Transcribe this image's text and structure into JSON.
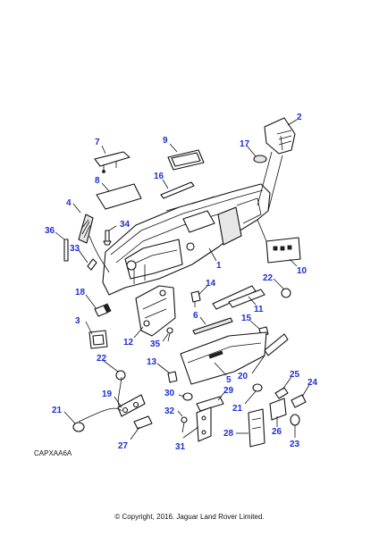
{
  "diagram": {
    "part_numbers": [
      "1",
      "2",
      "3",
      "4",
      "5",
      "6",
      "7",
      "8",
      "9",
      "10",
      "11",
      "12",
      "13",
      "14",
      "15",
      "16",
      "17",
      "18",
      "19",
      "20",
      "21",
      "21",
      "22",
      "22",
      "23",
      "24",
      "25",
      "26",
      "27",
      "28",
      "29",
      "30",
      "31",
      "32",
      "33",
      "34",
      "35",
      "36"
    ],
    "drawing_code": "CAPXAA6A",
    "copyright": "© Copyright, 2016. Jaguar Land Rover Limited."
  }
}
